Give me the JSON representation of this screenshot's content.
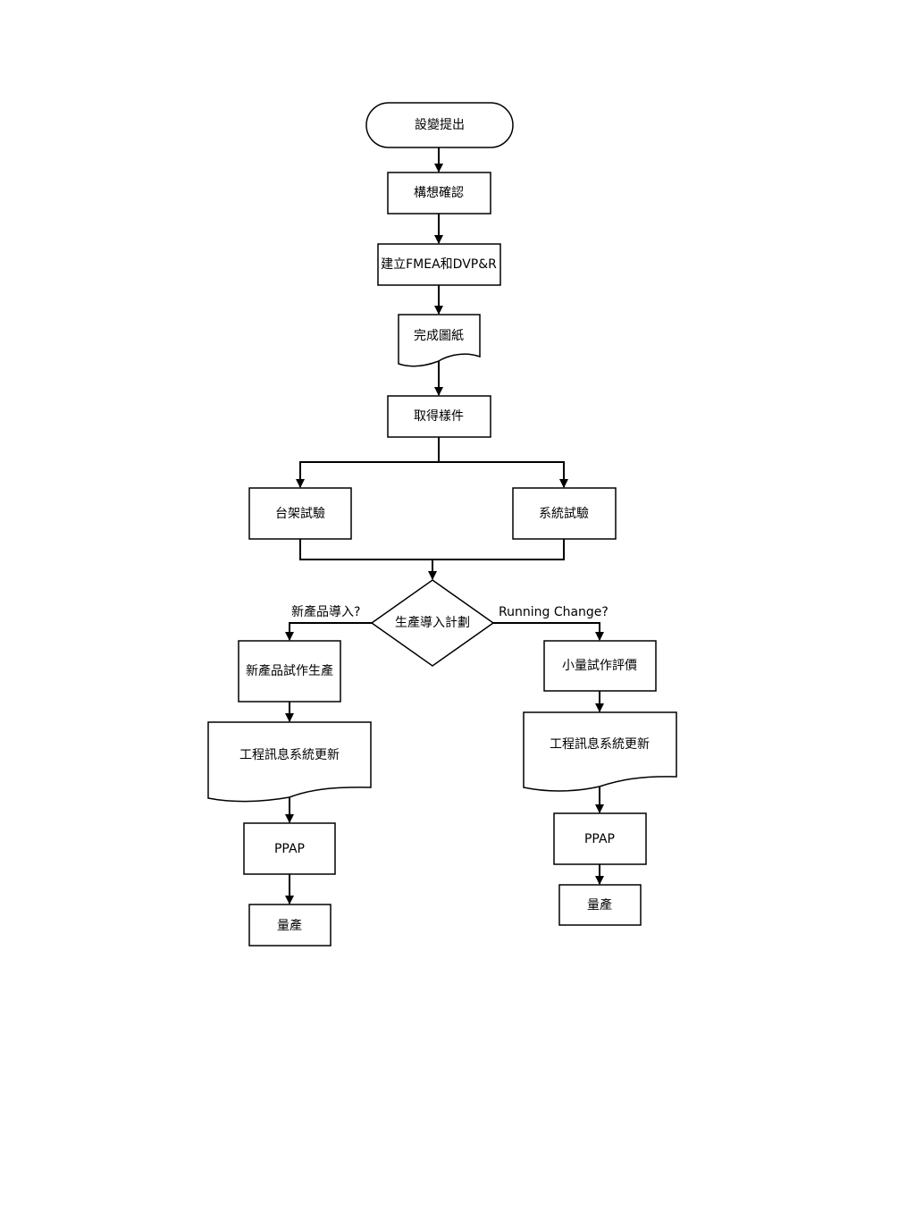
{
  "nodes": {
    "start": "設變提出",
    "concept": "構想確認",
    "fmea": "建立FMEA和DVP&R",
    "drawing": "完成圖紙",
    "sample": "取得樣件",
    "bench": "台架試驗",
    "system": "系統試驗",
    "decision": "生產導入計劃",
    "new_trial": "新產品試作生產",
    "small_trial": "小量試作評價",
    "eng_left": "工程訊息系統更新",
    "eng_right": "工程訊息系統更新",
    "ppap_left": "PPAP",
    "ppap_right": "PPAP",
    "mass_left": "量產",
    "mass_right": "量產"
  },
  "edge_labels": {
    "new_product": "新產品導入?",
    "running_change": "Running Change?"
  }
}
